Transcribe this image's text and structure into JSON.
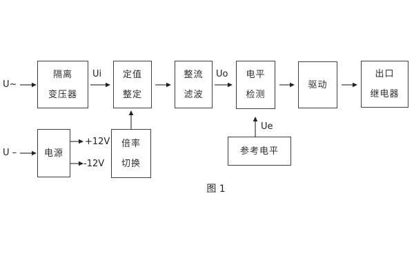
{
  "diagram": {
    "caption": "图 1",
    "colors": {
      "line": "#3c3c3c",
      "box_border": "#3c3c3c",
      "text": "#2e2e2e",
      "background": "#ffffff"
    },
    "blocks": {
      "isolation_transformer": {
        "line1": "隔离",
        "line2": "变压器"
      },
      "setpoint_setting": {
        "line1": "定值",
        "line2": "整定"
      },
      "rectify_filter": {
        "line1": "整流",
        "line2": "滤波"
      },
      "level_detection": {
        "line1": "电平",
        "line2": "检测"
      },
      "drive": {
        "line1": "驱动"
      },
      "output_relay": {
        "line1": "出口",
        "line2": "继电器"
      },
      "power_supply": {
        "line1": "电源"
      },
      "ratio_switch": {
        "line1": "倍率",
        "line2": "切换"
      },
      "reference_level": {
        "line1": "参考电平"
      }
    },
    "signal_labels": {
      "ac_input": "U~",
      "dc_input": "U –",
      "ui": "Ui",
      "uo": "Uo",
      "ue": "Ue",
      "plus_12v": "+12V",
      "minus_12v": "-12V"
    }
  }
}
